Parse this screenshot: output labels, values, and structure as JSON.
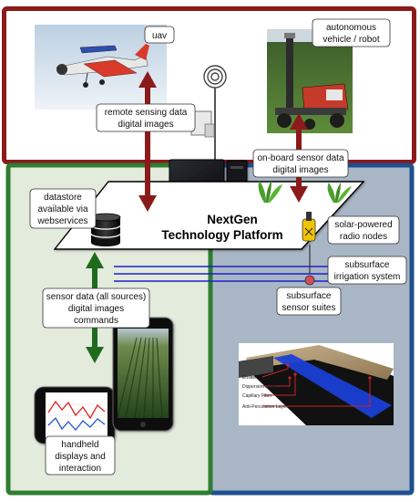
{
  "diagram": {
    "labels": {
      "uav": "uav",
      "autonomous": [
        "autonomous",
        "vehicle / robot"
      ],
      "remote_sensing": [
        "remote sensing data",
        "digital images"
      ],
      "onboard": [
        "on-board sensor data",
        "digital images"
      ],
      "datastore": [
        "datastore",
        "available via",
        "webservices"
      ],
      "platform_title": [
        "NextGen",
        "Technology Platform"
      ],
      "solar": [
        "solar-powered",
        "radio nodes"
      ],
      "subsurface_irrigation": [
        "subsurface",
        "irrigation system"
      ],
      "subsurface_sensor": [
        "subsurface",
        "sensor suites"
      ],
      "sensor_data": [
        "sensor data (all sources)",
        "digital images",
        "commands"
      ],
      "handheld": [
        "handheld",
        "displays and",
        "interaction"
      ]
    },
    "tape_layers": [
      "Emitter",
      "Dispersion Layer",
      "Capillary Fiber",
      "Anti-Percolation Layer"
    ],
    "colors": {
      "top_border": "#8b1a1a",
      "left_border": "#2e7d32",
      "right_border": "#1f4f8f",
      "left_bg": "#e3ebdc",
      "right_bg": "#a9b6c6",
      "arrow_red": "#8b1a1a",
      "arrow_green": "#1e6b1e",
      "pipe_blue": "#1c22c8"
    }
  }
}
